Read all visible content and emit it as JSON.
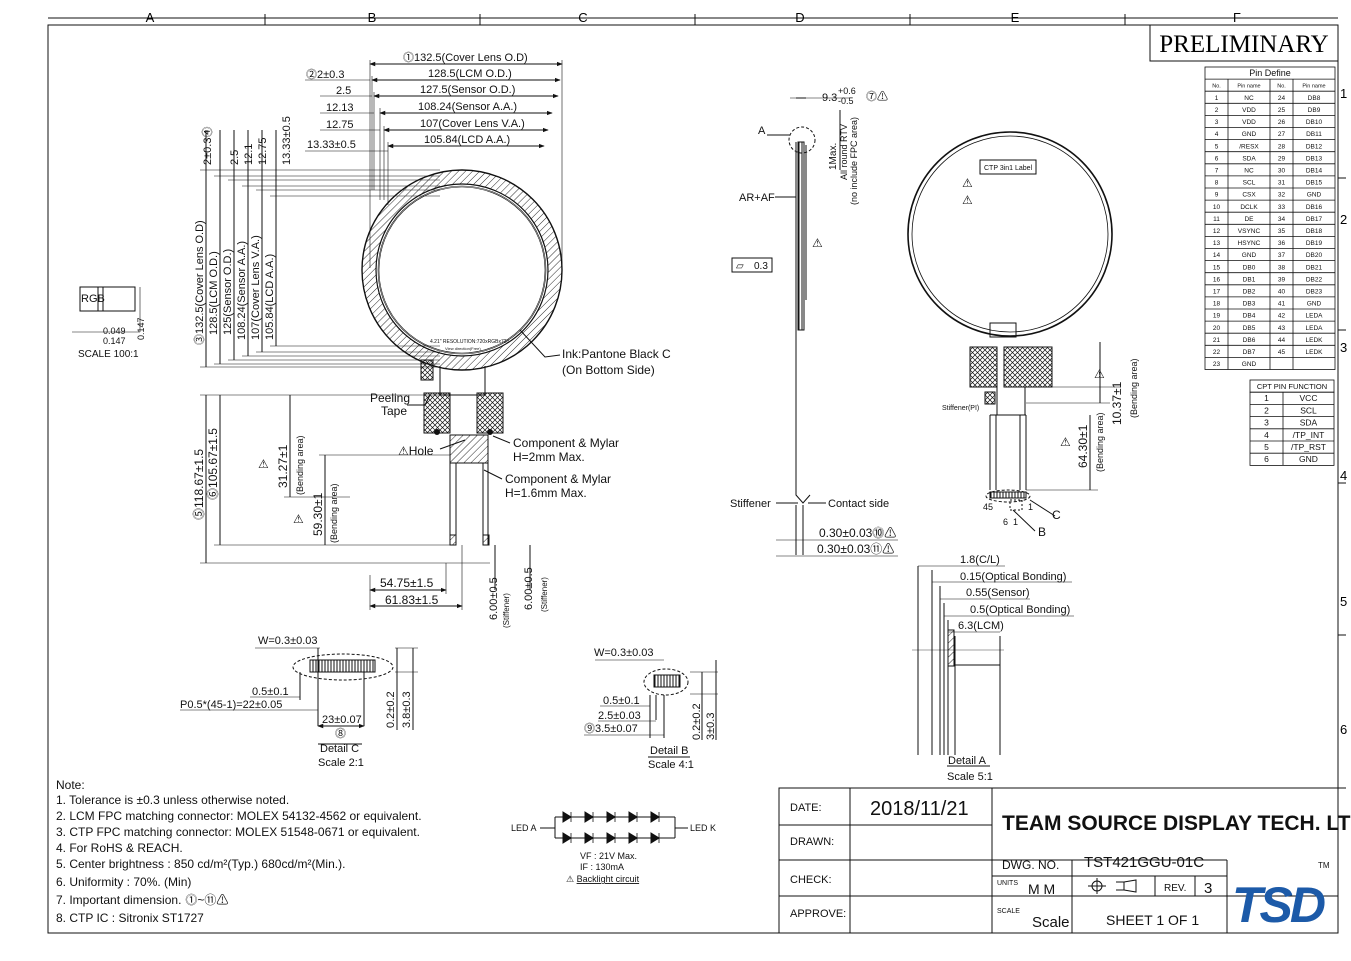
{
  "column_letters": [
    "A",
    "B",
    "C",
    "D",
    "E",
    "F"
  ],
  "row_numbers": [
    "1",
    "2",
    "3",
    "4",
    "5",
    "6"
  ],
  "status_stamp": "PRELIMINARY",
  "front_view": {
    "top_dims": [
      {
        "id": "1",
        "label": "132.5(Cover Lens O.D)"
      },
      {
        "id": "",
        "label": "128.5(LCM O.D.)"
      },
      {
        "id": "",
        "label": "127.5(Sensor O.D.)"
      },
      {
        "id": "",
        "label": "108.24(Sensor A.A.)"
      },
      {
        "id": "",
        "label": "107(Cover Lens V.A.)"
      },
      {
        "id": "",
        "label": "105.84(LCD A.A.)"
      }
    ],
    "top_offsets": [
      "2±0.3",
      "2.5",
      "12.13",
      "12.75",
      "13.33±0.5"
    ],
    "top_offset_marker": "2",
    "side_offsets": [
      "2±0.3",
      "2.5",
      "12.1",
      "12.75",
      "13.33±0.5"
    ],
    "side_offset_marker": "4",
    "left_dims": [
      "132.5(Cover Lens O.D)",
      "128.5(LCM O.D.)",
      "125(Sensor O.D.)",
      "108.24(Sensor A.A.)",
      "107(Cover Lens V.A.)",
      "105.84(LCD A.A.)"
    ],
    "left_dim_marker": "3",
    "overall_length": "118.67±1.5",
    "overall_length_marker": "5",
    "tail_length": "105.67±1.5",
    "tail_length_marker": "6",
    "bend_dim_1": "31.27±1",
    "bend_dim_1_sub": "(Bending area)",
    "bend_dim_2": "59.30±1",
    "bend_dim_2_sub": "(Bending area)",
    "bottom_width_1": "54.75±1.5",
    "bottom_width_2": "61.83±1.5",
    "stiffener_1": "6.00±0.5",
    "stiffener_1_sub": "(Stiffener)",
    "stiffener_2": "6.00±0.5",
    "stiffener_2_sub": "(Stiffener)",
    "panel_text_1": "4.21\" RESOLUTION:720xRGBx720",
    "panel_text_2": "View direction(Free)",
    "ink_note_1": "Ink:Pantone Black C",
    "ink_note_2": "(On Bottom Side)",
    "peeling_1": "Peeling",
    "peeling_2": "Tape",
    "hole_label": "Hole",
    "component_1_a": "Component & Mylar",
    "component_1_b": "H=2mm Max.",
    "component_2_a": "Component & Mylar",
    "component_2_b": "H=1.6mm Max."
  },
  "rgb_detail": {
    "label": "RGB",
    "dim_1": "0.049",
    "dim_2": "0.147",
    "dim_3": "0.147",
    "scale": "SCALE 100:1"
  },
  "side_view": {
    "thickness": "9.3",
    "tol_plus": "+0.6",
    "tol_minus": "-0.5",
    "thickness_marker": "7",
    "detail_ref": "A",
    "coating": "AR+AF",
    "flatness": "0.3",
    "rtv_1": "1Max.",
    "rtv_2": "All round RTV",
    "rtv_3": "(no include FPC area)",
    "stiffener": "Stiffener",
    "contact": "Contact side",
    "tol_10": "0.30±0.03",
    "tol_10_marker": "10",
    "tol_11": "0.30±0.03",
    "tol_11_marker": "11"
  },
  "back_view": {
    "ctp_label": "CTP 3in1 Label",
    "mark_1": "2",
    "mark_2": "2",
    "stiffener_pi": "Stiffener(PI)",
    "bend_1": "10.37±1",
    "bend_1_sub": "(Bending area)",
    "bend_2": "64.30±1",
    "bend_2_sub": "(Bending area)",
    "pin_45": "45",
    "pin_1": "1",
    "pin_6": "6",
    "pin_1b": "1",
    "ref_c": "C",
    "ref_b": "B"
  },
  "detail_a": {
    "dims": [
      "1.8(C/L)",
      "0.15(Optical Bonding)",
      "0.55(Sensor)",
      "0.5(Optical Bonding)",
      "6.3(LCM)"
    ],
    "title": "Detail A",
    "scale": "Scale 5:1"
  },
  "detail_c": {
    "width": "W=0.3±0.03",
    "pitch_single": "0.5±0.1",
    "pitch": "P0.5*(45-1)=22±0.05",
    "span": "23±0.07",
    "span_marker": "8",
    "h1": "0.2±0.2",
    "h2": "3.8±0.3",
    "title": "Detail C",
    "scale": "Scale 2:1"
  },
  "detail_b": {
    "width": "W=0.3±0.03",
    "pitch": "0.5±0.1",
    "span_1": "2.5±0.03",
    "span_2": "3.5±0.07",
    "span_2_marker": "9",
    "h1": "0.2±0.2",
    "h2": "3±0.3",
    "title": "Detail B",
    "scale": "Scale 4:1"
  },
  "pin_table": {
    "title": "Pin Define",
    "headers": [
      "No.",
      "Pin name",
      "No.",
      "Pin name"
    ],
    "rows": [
      [
        "1",
        "NC",
        "24",
        "DB8"
      ],
      [
        "2",
        "VDD",
        "25",
        "DB9"
      ],
      [
        "3",
        "VDD",
        "26",
        "DB10"
      ],
      [
        "4",
        "GND",
        "27",
        "DB11"
      ],
      [
        "5",
        "/RESX",
        "28",
        "DB12"
      ],
      [
        "6",
        "SDA",
        "29",
        "DB13"
      ],
      [
        "7",
        "NC",
        "30",
        "DB14"
      ],
      [
        "8",
        "SCL",
        "31",
        "DB15"
      ],
      [
        "9",
        "CSX",
        "32",
        "GND"
      ],
      [
        "10",
        "DCLK",
        "33",
        "DB16"
      ],
      [
        "11",
        "DE",
        "34",
        "DB17"
      ],
      [
        "12",
        "VSYNC",
        "35",
        "DB18"
      ],
      [
        "13",
        "HSYNC",
        "36",
        "DB19"
      ],
      [
        "14",
        "GND",
        "37",
        "DB20"
      ],
      [
        "15",
        "DB0",
        "38",
        "DB21"
      ],
      [
        "16",
        "DB1",
        "39",
        "DB22"
      ],
      [
        "17",
        "DB2",
        "40",
        "DB23"
      ],
      [
        "18",
        "DB3",
        "41",
        "GND"
      ],
      [
        "19",
        "DB4",
        "42",
        "LEDA"
      ],
      [
        "20",
        "DB5",
        "43",
        "LEDA"
      ],
      [
        "21",
        "DB6",
        "44",
        "LEDK"
      ],
      [
        "22",
        "DB7",
        "45",
        "LEDK"
      ],
      [
        "23",
        "GND",
        "",
        ""
      ]
    ]
  },
  "ctp_table": {
    "title": "CPT PIN FUNCTION",
    "rows": [
      [
        "1",
        "VCC"
      ],
      [
        "2",
        "SCL"
      ],
      [
        "3",
        "SDA"
      ],
      [
        "4",
        "/TP_INT"
      ],
      [
        "5",
        "/TP_RST"
      ],
      [
        "6",
        "GND"
      ]
    ]
  },
  "notes": {
    "title": "Note:",
    "items": [
      "1. Tolerance is ±0.3 unless otherwise noted.",
      "2. LCM FPC matching connector: MOLEX 54132-4562 or equivalent.",
      "3. CTP FPC matching connector: MOLEX 51548-0671 or equivalent.",
      "4. For RoHS & REACH.",
      "5. Center brightness : 850 cd/m²(Typ.) 680cd/m²(Min.).",
      "6. Uniformity : 70%. (Min)",
      "7. Important dimension.",
      "8. CTP IC : Sitronix ST1727"
    ],
    "range_1": "1",
    "range_sep": "~",
    "range_2": "11"
  },
  "backlight": {
    "led_a": "LED A",
    "led_k": "LED K",
    "vf": "VF : 21V Max.",
    "if": "IF : 130mA",
    "caption": "Backlight circuit"
  },
  "title_block": {
    "date_label": "DATE:",
    "date": "2018/11/21",
    "drawn_label": "DRAWN:",
    "check_label": "CHECK:",
    "approve_label": "APPROVE:",
    "company": "TEAM SOURCE DISPLAY TECH. LTD",
    "dwg_label": "DWG. NO.",
    "dwg_no": "TST421GGU-01C",
    "units_label": "UNITS",
    "units": "M M",
    "rev_label": "REV.",
    "rev": "3",
    "scale_label": "SCALE",
    "scale": "Scale",
    "sheet": "SHEET 1 OF 1",
    "logo": "TSD",
    "tm": "TM"
  },
  "colors": {
    "line": "#111111",
    "accent": "#1c5aa8"
  }
}
